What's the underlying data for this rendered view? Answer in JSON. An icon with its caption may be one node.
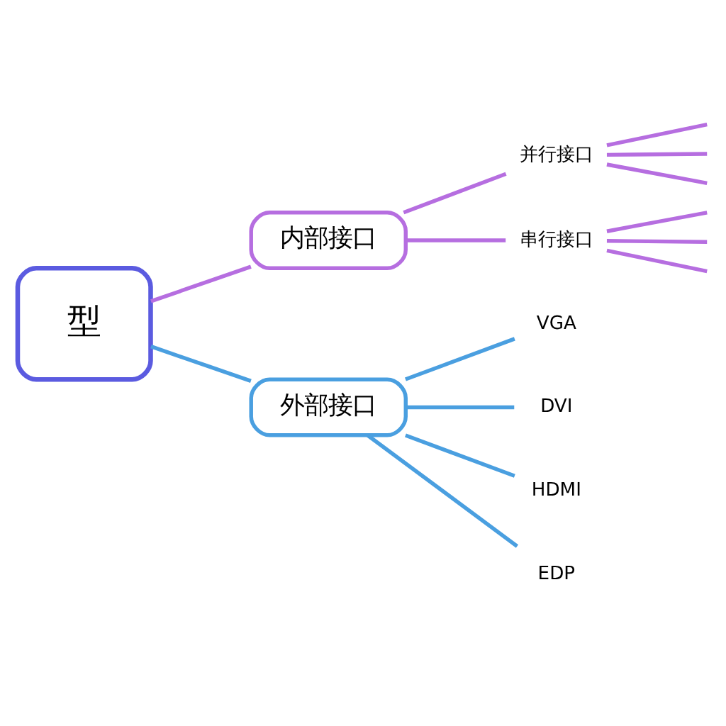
{
  "diagram": {
    "nodes": [
      {
        "text": [
          "型"
        ]
      },
      {
        "text": [
          "内部接口"
        ]
      },
      {
        "text": [
          "外部接口"
        ]
      },
      {
        "text": [
          "并行接口"
        ]
      },
      {
        "text": [
          "串行接口"
        ]
      },
      {
        "text": [
          "VGA"
        ]
      },
      {
        "text": [
          "DVI"
        ]
      },
      {
        "text": [
          "HDMI"
        ]
      },
      {
        "text": [
          "EDP"
        ]
      }
    ],
    "edges": [
      {
        "from": 0,
        "to": 1,
        "arrow": "none",
        "color": "#b66ee0"
      },
      {
        "from": 0,
        "to": 2,
        "arrow": "none",
        "color": "#4a9fe0"
      },
      {
        "from": 1,
        "to": 3,
        "arrow": "none",
        "color": "#b66ee0"
      },
      {
        "from": 1,
        "to": 4,
        "arrow": "none",
        "color": "#b66ee0"
      },
      {
        "from": 3,
        "to": null,
        "arrow": "none",
        "color": "#b66ee0"
      },
      {
        "from": 3,
        "to": null,
        "arrow": "none",
        "color": "#b66ee0"
      },
      {
        "from": 3,
        "to": null,
        "arrow": "none",
        "color": "#b66ee0"
      },
      {
        "from": 4,
        "to": null,
        "arrow": "none",
        "color": "#b66ee0"
      },
      {
        "from": 4,
        "to": null,
        "arrow": "none",
        "color": "#b66ee0"
      },
      {
        "from": 4,
        "to": null,
        "arrow": "none",
        "color": "#b66ee0"
      },
      {
        "from": 2,
        "to": 5,
        "arrow": "none",
        "color": "#4a9fe0"
      },
      {
        "from": 2,
        "to": 6,
        "arrow": "none",
        "color": "#4a9fe0"
      },
      {
        "from": 2,
        "to": 7,
        "arrow": "none",
        "color": "#4a9fe0"
      },
      {
        "from": 2,
        "to": 8,
        "arrow": "none",
        "color": "#4a9fe0"
      }
    ]
  }
}
